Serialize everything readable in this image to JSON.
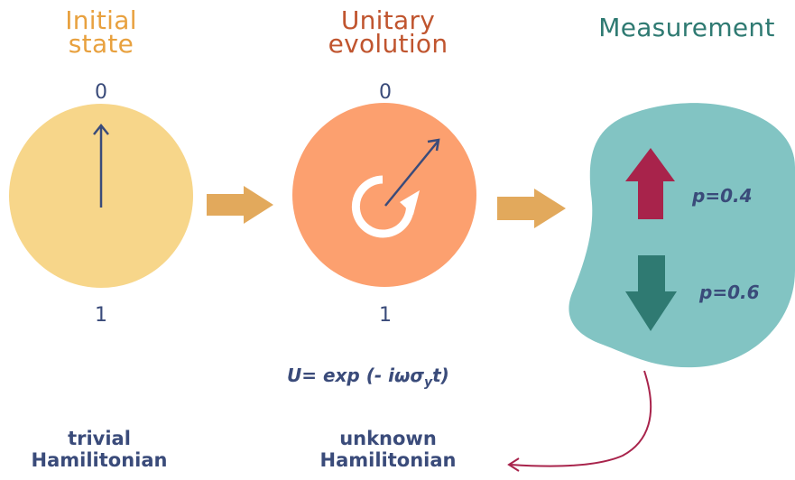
{
  "stages": {
    "initial": {
      "title_line1": "Initial",
      "title_line2": "state",
      "top_label": "0",
      "bottom_label": "1",
      "color": "#e8a13f",
      "fill": "#f7d68a"
    },
    "unitary": {
      "title_line1": "Unitary",
      "title_line2": "evolution",
      "top_label": "0",
      "bottom_label": "1",
      "color": "#c0552f",
      "fill": "#fca06f"
    },
    "measurement": {
      "title": "Measurement",
      "color": "#2f7a72",
      "fill": "#82c4c3"
    }
  },
  "measurement_outcomes": {
    "up_probability": "p=0.4",
    "down_probability": "p=0.6",
    "up_color": "#a8234b",
    "down_color": "#2f7a72"
  },
  "formula": {
    "prefix": "U= exp (- iωσ",
    "subscript": "y",
    "suffix": "t)"
  },
  "captions": {
    "left_line1": "trivial",
    "left_line2": "Hamilitonian",
    "right_line1": "unknown",
    "right_line2": "Hamilitonian"
  },
  "colors": {
    "text": "#3a4b7a",
    "arrow": "#e2a95c",
    "feedback": "#a8234b"
  }
}
